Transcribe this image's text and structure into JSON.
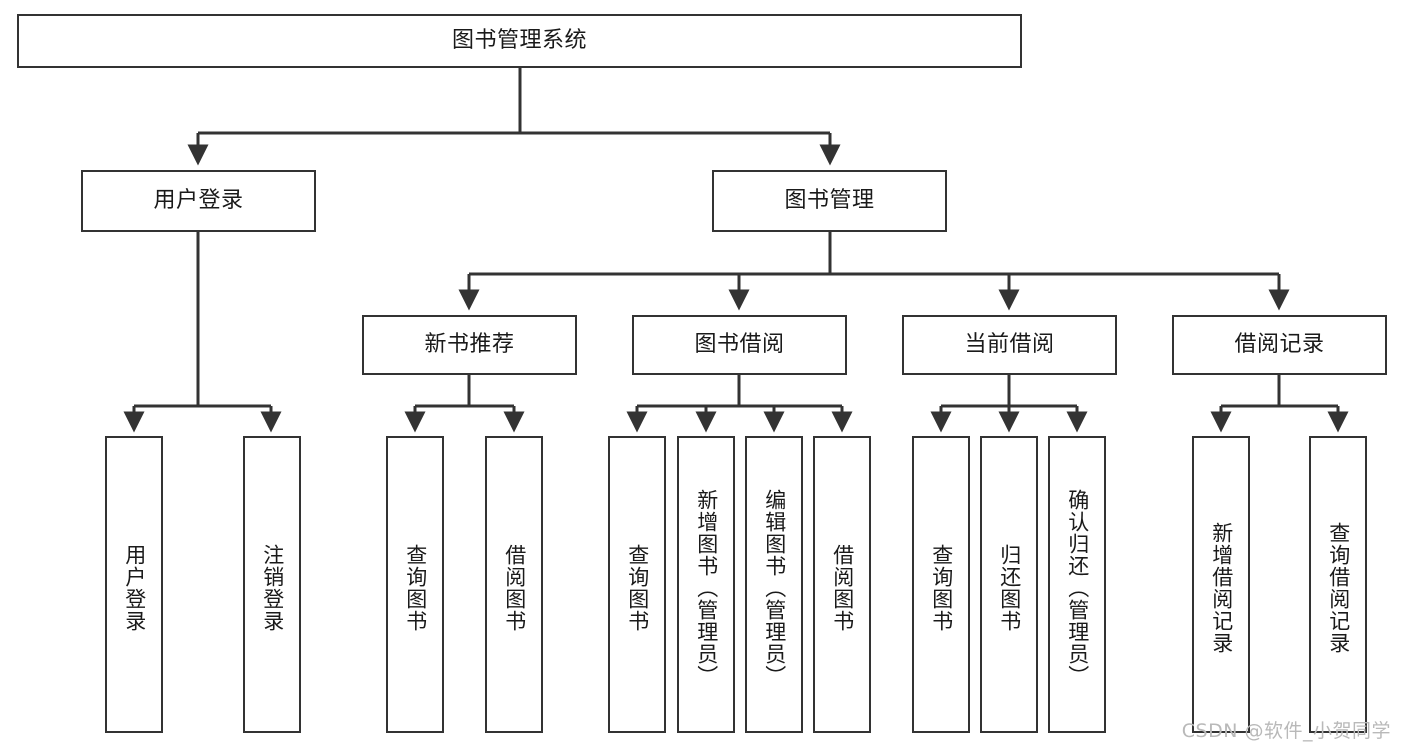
{
  "diagram": {
    "title": "图书管理系统",
    "type": "tree-hierarchy-chart",
    "colors": {
      "border": "#333333",
      "fill": "#ffffff",
      "text": "#1a1a1a",
      "watermark": "#b9b9b9"
    },
    "root": {
      "label": "图书管理系统"
    },
    "level2": [
      {
        "label": "用户登录"
      },
      {
        "label": "图书管理"
      }
    ],
    "level3": [
      {
        "label": "新书推荐"
      },
      {
        "label": "图书借阅"
      },
      {
        "label": "当前借阅"
      },
      {
        "label": "借阅记录"
      }
    ],
    "leaves": {
      "user_login": [
        {
          "label": "用户登录"
        },
        {
          "label": "注销登录"
        }
      ],
      "new_book_recommend": [
        {
          "label": "查询图书"
        },
        {
          "label": "借阅图书"
        }
      ],
      "book_borrow": [
        {
          "label": "查询图书"
        },
        {
          "label": "新增图书（管理员）"
        },
        {
          "label": "编辑图书（管理员）"
        },
        {
          "label": "借阅图书"
        }
      ],
      "current_borrow": [
        {
          "label": "查询图书"
        },
        {
          "label": "归还图书"
        },
        {
          "label": "确认归还（管理员）"
        }
      ],
      "borrow_record": [
        {
          "label": "新增借阅记录"
        },
        {
          "label": "查询借阅记录"
        }
      ]
    },
    "watermark": "CSDN @软件_小贺同学"
  }
}
